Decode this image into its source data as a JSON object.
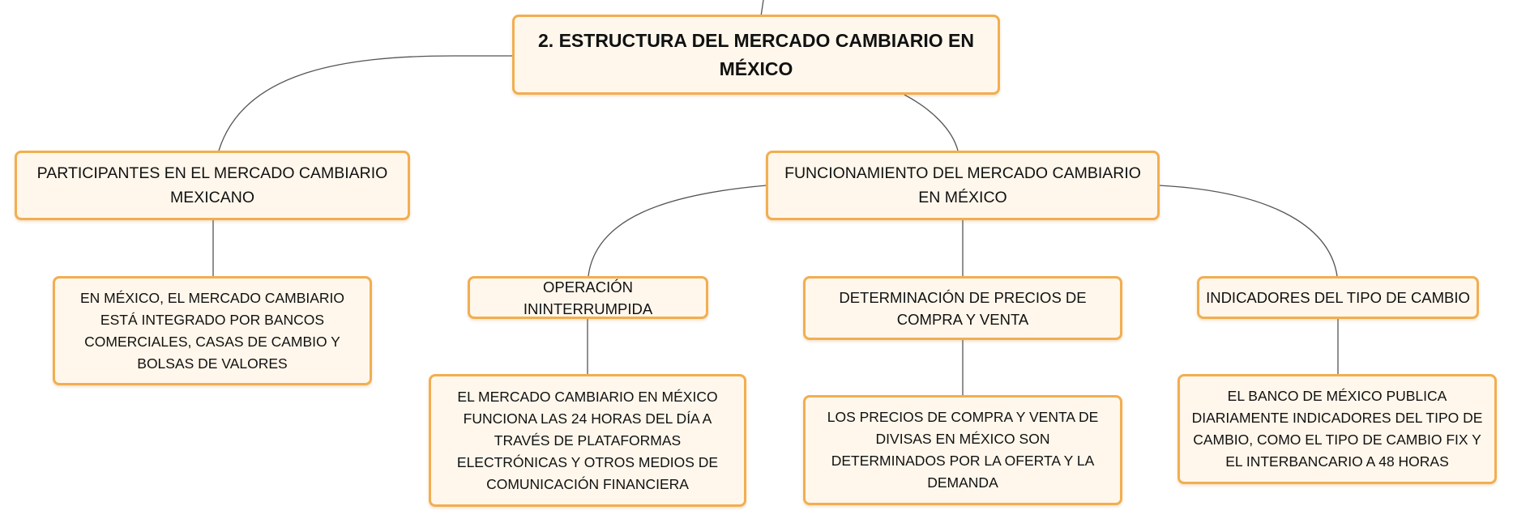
{
  "diagram": {
    "root": {
      "label": "2. ESTRUCTURA DEL MERCADO CAMBIARIO EN MÉXICO"
    },
    "participants": {
      "label": "PARTICIPANTES EN EL MERCADO CAMBIARIO MEXICANO",
      "detail": "EN MÉXICO, EL MERCADO CAMBIARIO ESTÁ INTEGRADO POR BANCOS COMERCIALES, CASAS DE CAMBIO Y BOLSAS DE VALORES"
    },
    "operation": {
      "label": "FUNCIONAMIENTO DEL MERCADO CAMBIARIO EN MÉXICO",
      "children": [
        {
          "label": "OPERACIÓN ININTERRUMPIDA",
          "detail": "EL MERCADO CAMBIARIO EN MÉXICO FUNCIONA LAS 24 HORAS DEL DÍA A TRAVÉS DE PLATAFORMAS ELECTRÓNICAS Y OTROS MEDIOS DE COMUNICACIÓN FINANCIERA"
        },
        {
          "label": "DETERMINACIÓN DE PRECIOS DE COMPRA Y VENTA",
          "detail": "LOS PRECIOS DE COMPRA Y VENTA DE DIVISAS EN MÉXICO SON DETERMINADOS POR LA OFERTA Y LA DEMANDA"
        },
        {
          "label": "INDICADORES DEL TIPO DE CAMBIO",
          "detail": "EL BANCO DE MÉXICO PUBLICA DIARIAMENTE INDICADORES DEL TIPO DE CAMBIO, COMO EL TIPO DE CAMBIO FIX Y EL INTERBANCARIO A 48 HORAS"
        }
      ]
    },
    "colors": {
      "node_border": "#f2ae50",
      "node_fill": "#fff7ec",
      "connector": "#555555",
      "text": "#111111"
    }
  }
}
